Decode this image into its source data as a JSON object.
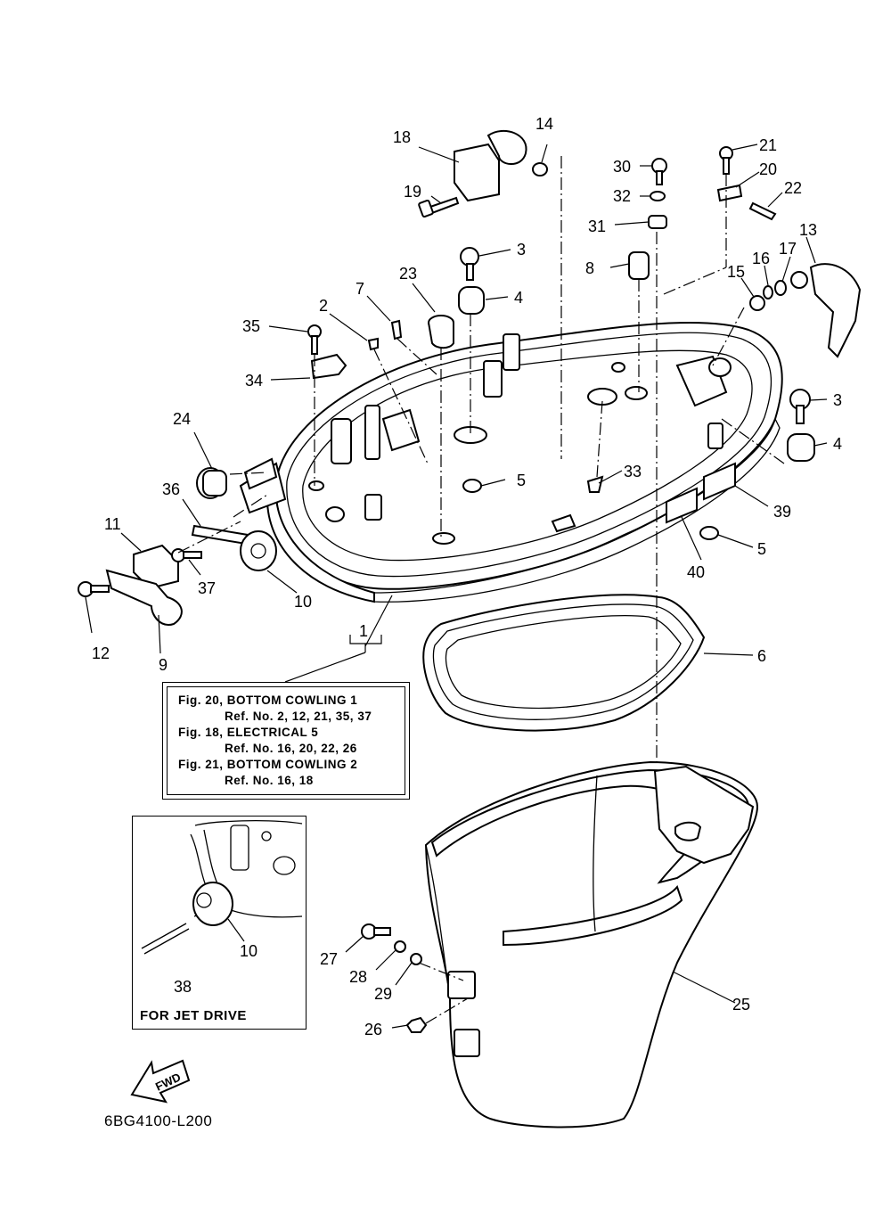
{
  "diagram": {
    "code": "6BG4100-L200",
    "inset_label": "FOR JET DRIVE",
    "fwd_label": "FWD",
    "references": [
      {
        "fig": "Fig. 20, BOTTOM COWLING 1",
        "refs": "Ref. No. 2, 12, 21, 35, 37"
      },
      {
        "fig": "Fig. 18, ELECTRICAL 5",
        "refs": "Ref. No. 16, 20, 22, 26"
      },
      {
        "fig": "Fig. 21, BOTTOM COWLING 2",
        "refs": "Ref. No. 16, 18"
      }
    ],
    "callouts": {
      "c1": "1",
      "c2": "2",
      "c3a": "3",
      "c3b": "3",
      "c4a": "4",
      "c4b": "4",
      "c5a": "5",
      "c5b": "5",
      "c6": "6",
      "c7": "7",
      "c8": "8",
      "c9": "9",
      "c10": "10",
      "c10b": "10",
      "c11": "11",
      "c12": "12",
      "c13": "13",
      "c14": "14",
      "c15": "15",
      "c16": "16",
      "c17": "17",
      "c18": "18",
      "c19": "19",
      "c20": "20",
      "c21": "21",
      "c22": "22",
      "c23": "23",
      "c24": "24",
      "c25": "25",
      "c26": "26",
      "c27": "27",
      "c28": "28",
      "c29": "29",
      "c30": "30",
      "c31": "31",
      "c32": "32",
      "c33": "33",
      "c34": "34",
      "c35": "35",
      "c36": "36",
      "c37": "37",
      "c38": "38",
      "c39": "39",
      "c40": "40"
    }
  }
}
